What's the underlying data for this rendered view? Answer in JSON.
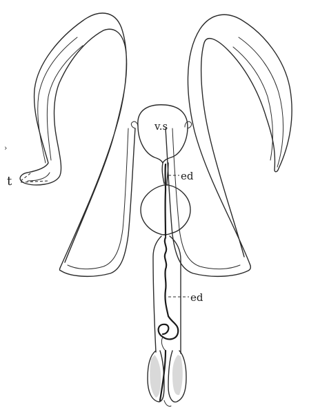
{
  "labels": {
    "vesicula": "v.s",
    "ed_upper": "ed",
    "ed_lower": "ed",
    "testis": "t",
    "mark": "›"
  },
  "colors": {
    "ink": "#2a2a2a",
    "background": "#ffffff"
  }
}
